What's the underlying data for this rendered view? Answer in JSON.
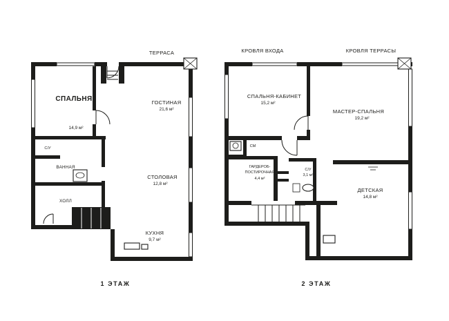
{
  "colors": {
    "ink": "#1d1d1b",
    "background": "#ffffff"
  },
  "left_plan": {
    "caption": "1 ЭТАЖ",
    "outside_label": "ТЕРРАСА",
    "rooms": {
      "bedroom": {
        "name": "СПАЛЬНЯ",
        "area": "14,9 м²"
      },
      "living": {
        "name": "ГОСТИНАЯ",
        "area": "21,6 м²"
      },
      "dining": {
        "name": "СТОЛОВАЯ",
        "area": "12,8 м²"
      },
      "kitchen": {
        "name": "КУХНЯ",
        "area": "9,7 м²"
      },
      "wc": {
        "name": "С/У"
      },
      "bath": {
        "name": "ВАННАЯ"
      },
      "hall": {
        "name": "ХОЛЛ"
      }
    }
  },
  "right_plan": {
    "caption": "2 ЭТАЖ",
    "outside_labels": {
      "left": "КРОВЛЯ ВХОДА",
      "right": "КРОВЛЯ ТЕРРАСЫ"
    },
    "rooms": {
      "office": {
        "name": "СПАЛЬНЯ-КАБИНЕТ",
        "area": "15,2 м²"
      },
      "master": {
        "name": "МАСТЕР-СПАЛЬНЯ",
        "area": "19,2 м²"
      },
      "laundry": {
        "name": "ГАРДЕРОБ-",
        "name2": "ПОСТИРОЧНАЯ",
        "area": "4,4 м²"
      },
      "wc": {
        "name": "С/У",
        "area": "3,1 м²"
      },
      "kids": {
        "name": "ДЕТСКАЯ",
        "area": "14,8 м²"
      },
      "washer": {
        "name": "СМ"
      }
    }
  }
}
